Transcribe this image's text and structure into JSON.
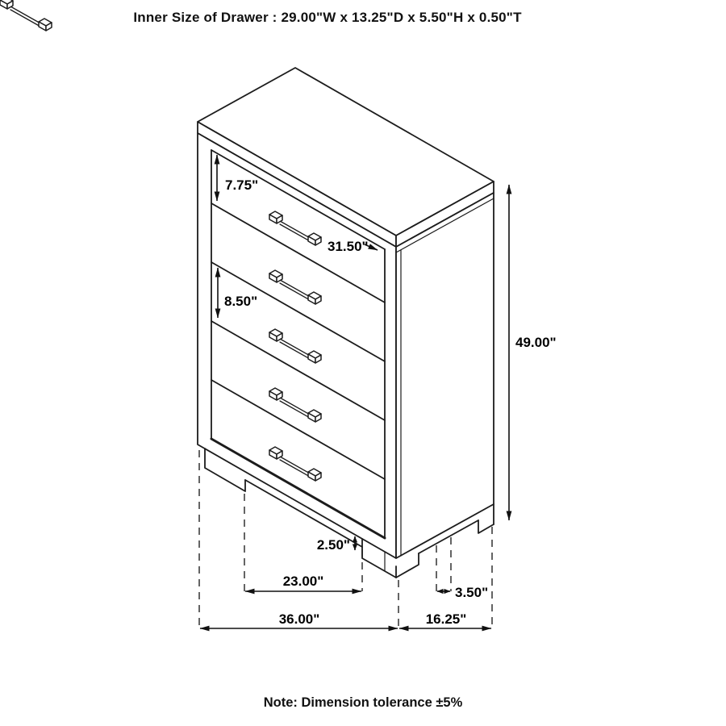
{
  "title": "Inner Size of Drawer : 29.00\"W x 13.25\"D x 5.50\"H x 0.50\"T",
  "note": "Note: Dimension tolerance ±5%",
  "dimensions": {
    "top_drawer_height": "7.75\"",
    "drawer_front_width": "31.50\"",
    "lower_drawer_height": "8.50\"",
    "overall_height": "49.00\"",
    "plinth_height": "2.50\"",
    "feet_inner_span": "23.00\"",
    "side_foot_width": "3.50\"",
    "overall_width": "36.00\"",
    "overall_depth": "16.25\""
  },
  "colors": {
    "background": "#ffffff",
    "line": "#1c1c1c",
    "text": "#000000"
  },
  "drawing": {
    "object": "5-drawer chest, isometric line drawing",
    "drawer_count": 5
  }
}
